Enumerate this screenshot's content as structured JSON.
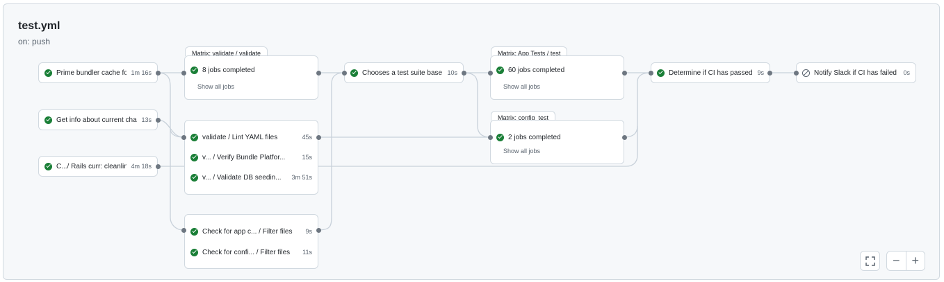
{
  "workflow": {
    "title": "test.yml",
    "trigger": "on: push"
  },
  "jobs": {
    "prime": {
      "name": "Prime bundler cache fo...",
      "duration": "1m 16s"
    },
    "getinfo": {
      "name": "Get info about current cha...",
      "duration": "13s"
    },
    "rails": {
      "name": "C.../ Rails curr: cleanlin...",
      "duration": "4m 18s"
    },
    "validate_matrix": {
      "tab": "Matrix: validate / validate",
      "summary": "8 jobs completed",
      "show_all": "Show all jobs"
    },
    "validate_group": [
      {
        "name": "validate / Lint YAML files",
        "duration": "45s"
      },
      {
        "name": "v... / Verify Bundle Platfor...",
        "duration": "15s"
      },
      {
        "name": "v... / Validate DB seedin...",
        "duration": "3m 51s"
      }
    ],
    "check_group": [
      {
        "name": "Check for app c... / Filter files",
        "duration": "9s"
      },
      {
        "name": "Check for confi... / Filter files",
        "duration": "11s"
      }
    ],
    "suite": {
      "name": "Chooses a test suite base...",
      "duration": "10s"
    },
    "app_tests": {
      "tab": "Matrix: App Tests / test",
      "summary": "60 jobs completed",
      "show_all": "Show all jobs"
    },
    "config_test": {
      "tab": "Matrix: config_test",
      "summary": "2 jobs completed",
      "show_all": "Show all jobs"
    },
    "determine": {
      "name": "Determine if CI has passed",
      "duration": "9s"
    },
    "notify": {
      "name": "Notify Slack if CI has failed",
      "duration": "0s"
    }
  },
  "controls": {
    "fullscreen_icon": "fullscreen-icon",
    "zoom_out": "−",
    "zoom_in": "+"
  },
  "colors": {
    "success": "#1a7f37",
    "border": "#d1d9e0",
    "wire": "#c8d1da",
    "canvas": "#f6f8fa"
  }
}
